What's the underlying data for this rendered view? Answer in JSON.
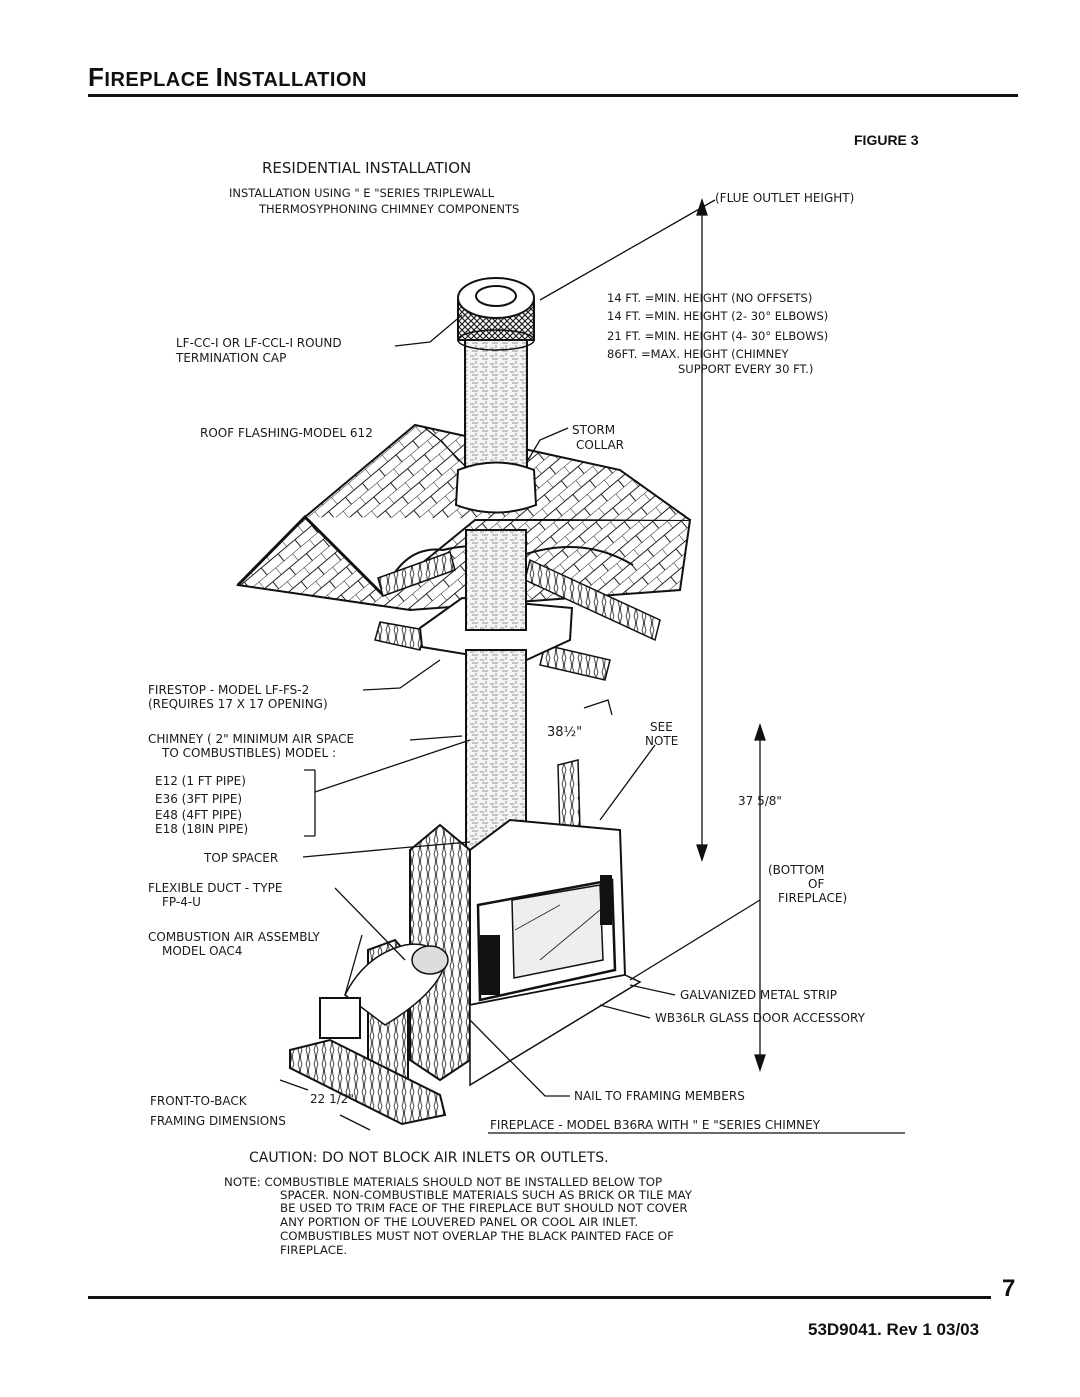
{
  "header": {
    "title_lead_f": "F",
    "title_rest_1": "IREPLACE ",
    "title_lead_i": "I",
    "title_rest_2": "NSTALLATION",
    "figure_label": "FIGURE 3"
  },
  "diagram": {
    "heading": "RESIDENTIAL   INSTALLATION",
    "subheading_1": "INSTALLATION USING \" E \"SERIES TRIPLEWALL",
    "subheading_2": "THERMOSYPHONING CHIMNEY COMPONENTS",
    "flue_outlet": "(FLUE  OUTLET  HEIGHT)",
    "height_1": "14 FT.  =MIN. HEIGHT (NO OFFSETS)",
    "height_2": "14 FT.  =MIN. HEIGHT (2- 30° ELBOWS)",
    "height_3": "21 FT.  =MIN. HEIGHT (4- 30° ELBOWS)",
    "height_4a": "86FT. =MAX. HEIGHT (CHIMNEY",
    "height_4b": "SUPPORT  EVERY  30  FT.)",
    "cap_1": "LF-CC-I  OR  LF-CCL-I  ROUND",
    "cap_2": "TERMINATION  CAP",
    "roof_flashing": "ROOF  FLASHING-MODEL  612",
    "storm_1": "STORM",
    "storm_2": "COLLAR",
    "firestop_1": "FIRESTOP - MODEL  LF-FS-2",
    "firestop_2": "(REQUIRES  17 X 17  OPENING)",
    "chimney_1": "CHIMNEY   ( 2\"  MINIMUM  AIR SPACE",
    "chimney_2": "TO  COMBUSTIBLES)  MODEL :",
    "pipe_1": "E12   (1 FT  PIPE)",
    "pipe_2": "E36   (3FT PIPE)",
    "pipe_3": "E48   (4FT  PIPE)",
    "pipe_4": "E18   (18IN  PIPE)",
    "dim_38": "38½\"",
    "see_1": "SEE",
    "see_2": "NOTE",
    "dim_37": "37 5/8\"",
    "bottom_1": "(BOTTOM",
    "bottom_2": "OF",
    "bottom_3": "FIREPLACE)",
    "top_spacer": "TOP  SPACER",
    "duct_1": "FLEXIBLE  DUCT - TYPE",
    "duct_2": "FP-4-U",
    "combustion_1": "COMBUSTION  AIR  ASSEMBLY",
    "combustion_2": "MODEL  OAC4",
    "galvanized": "GALVANIZED  METAL  STRIP",
    "glass_door": "WB36LR  GLASS  DOOR  ACCESSORY",
    "front_1": "FRONT-TO-BACK",
    "front_dim": "22 1/2\"",
    "front_2": "FRAMING DIMENSIONS",
    "nail": "NAIL  TO  FRAMING  MEMBERS",
    "model": "FIREPLACE  -  MODEL  B36RA WITH \" E \"SERIES  CHIMNEY",
    "caution": "CAUTION:  DO  NOT  BLOCK  AIR  INLETS  OR  OUTLETS.",
    "note_1": "NOTE:  COMBUSTIBLE  MATERIALS  SHOULD  NOT  BE  INSTALLED  BELOW  TOP",
    "note_2": "SPACER.  NON-COMBUSTIBLE  MATERIALS  SUCH  AS  BRICK OR  TILE  MAY",
    "note_3": "BE  USED  TO  TRIM FACE  OF  THE  FIREPLACE  BUT  SHOULD  NOT  COVER",
    "note_4": "ANY  PORTION  OF  THE  LOUVERED  PANEL  OR  COOL  AIR  INLET.",
    "note_5": "COMBUSTIBLES  MUST  NOT  OVERLAP  THE  BLACK  PAINTED  FACE  OF",
    "note_6": "FIREPLACE."
  },
  "footer": {
    "page_number": "7",
    "doc_code": "53D9041. Rev 1 03/03"
  }
}
